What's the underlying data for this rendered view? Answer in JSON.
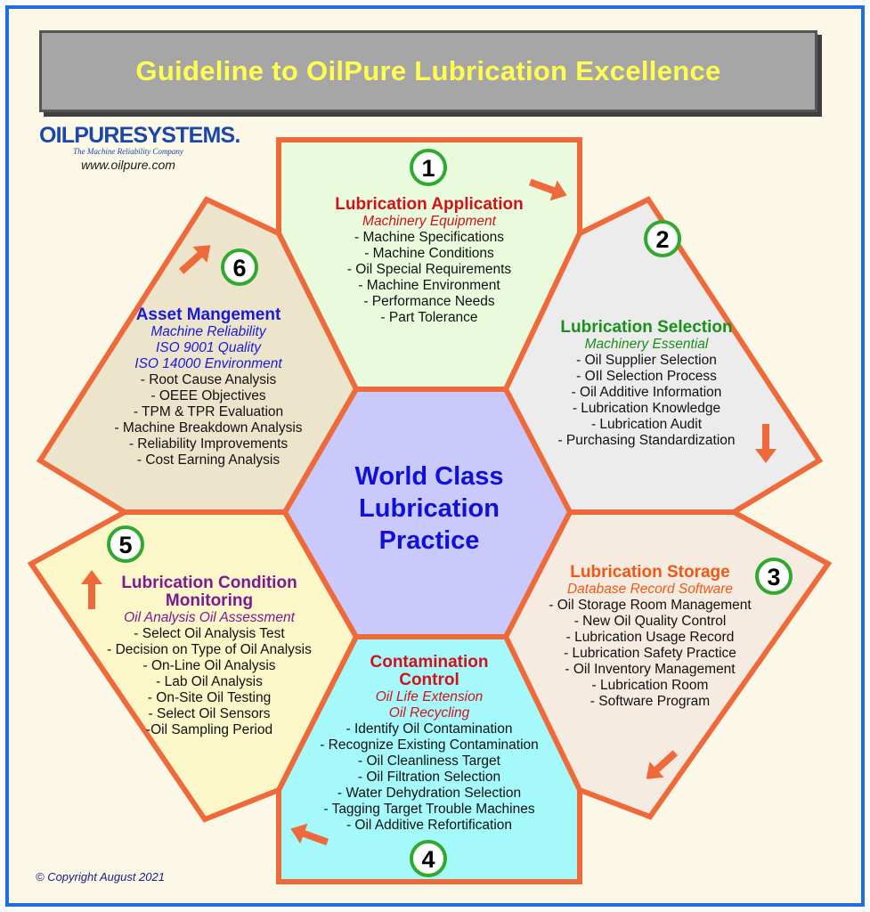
{
  "title": "Guideline to OilPure Lubrication Excellence",
  "logo": {
    "brand": "OILPURESYSTEMS.",
    "tagline": "The Machine     Reliability Company",
    "url": "www.oilpure.com"
  },
  "center": {
    "lines": [
      "World  Class",
      "Lubrication",
      "Practice"
    ]
  },
  "sections": [
    {
      "number": "1",
      "heading": "Lubrication Application",
      "subtitles": [
        "Machinery Equipment"
      ],
      "items": [
        "- Machine Specifications",
        "- Machine Conditions",
        "- Oil Special Requirements",
        "- Machine Environment",
        "- Performance Needs",
        "- Part Tolerance"
      ],
      "heading_color": "#d0121a",
      "fill": "#e9fbdc"
    },
    {
      "number": "2",
      "heading": "Lubrication Selection",
      "subtitles": [
        "Machinery Essential"
      ],
      "items": [
        "- Oil Supplier Selection",
        "- OIl Selection Process",
        "- Oil Additive Information",
        "- Lubrication Knowledge",
        "- Lubrication Audit",
        "- Purchasing Standardization"
      ],
      "heading_color": "#1a8f1a",
      "fill": "#ececec"
    },
    {
      "number": "3",
      "heading": "Lubrication Storage",
      "subtitles": [
        "Database Record Software"
      ],
      "items": [
        "- Oil Storage Room Management",
        "- New Oil Quality Control",
        "- Lubrication Usage Record",
        "- Lubrication Safety Practice",
        "- Oil Inventory Management",
        "- Lubrication Room",
        "- Software Program"
      ],
      "heading_color": "#ee5a15",
      "fill": "#f6ebe0"
    },
    {
      "number": "4",
      "heading_lines": [
        "Contamination",
        "Control"
      ],
      "subtitles": [
        "Oil Life Extension",
        "Oil Recycling"
      ],
      "items": [
        "- Identify Oil Contamination",
        "- Recognize Existing Contamination",
        "- Oil Cleanliness Target",
        "- Oil Filtration Selection",
        "- Water Dehydration Selection",
        "- Tagging Target Trouble Machines",
        "- Oil Additive Refortification"
      ],
      "heading_color": "#d0121a",
      "fill": "#a6f9fb"
    },
    {
      "number": "5",
      "heading_lines": [
        "Lubrication Condition",
        "Monitoring"
      ],
      "subtitles": [
        "Oil Analysis Oil Assessment"
      ],
      "items": [
        "- Select Oil Analysis Test",
        "- Decision on Type of Oil Analysis",
        "- On-Line Oil Analysis",
        "- Lab Oil Analysis",
        "- On-Site Oil Testing",
        "- Select Oil Sensors",
        "-Oil Sampling Period"
      ],
      "heading_color": "#7d1a8f",
      "fill": "#fbf7c9"
    },
    {
      "number": "6",
      "heading": "Asset Mangement",
      "subtitles": [
        "Machine Reliability",
        "ISO 9001 Quality",
        "ISO 14000 Environment"
      ],
      "items": [
        "- Root Cause Analysis",
        "- OEEE Objectives",
        "- TPM & TPR Evaluation",
        "- Machine Breakdown Analysis",
        "- Reliability Improvements",
        "- Cost Earning Analysis"
      ],
      "heading_color": "#1a1ad8",
      "fill": "#ece5cc"
    }
  ],
  "colors": {
    "border": "#ee6a3a",
    "arrow": "#ee6a3a",
    "number_ring": "#2faa2f",
    "hexagon": "#c9c9fb",
    "frame": "#1b6fe0",
    "title_text": "#ffff52"
  },
  "copyright": "© Copyright August 2021"
}
